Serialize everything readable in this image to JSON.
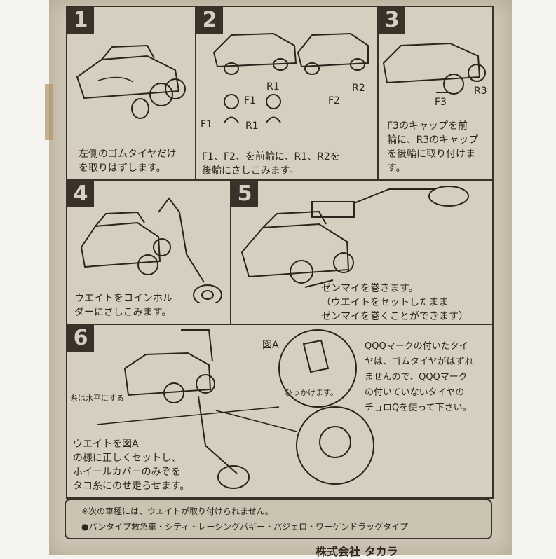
{
  "steps": [
    {
      "num": "1",
      "text": "左側のゴムタイヤだけ\nを取りはずします。"
    },
    {
      "num": "2",
      "labels": [
        "R1",
        "F1",
        "F1",
        "R1",
        "R2",
        "F2"
      ],
      "text": "F1、F2、を前輪に、R1、R2を\n後輪にさしこみます。"
    },
    {
      "num": "3",
      "labels": [
        "F3",
        "R3"
      ],
      "text": "F3のキャップを前\n輪に、R3のキャップ\nを後輪に取り付けま\nす。"
    },
    {
      "num": "4",
      "text": "ウエイトをコインホル\nダーにさしこみます。"
    },
    {
      "num": "5",
      "text": "ゼンマイを巻きます。\n（ウエイトをセットしたまま\nゼンマイを巻くことができます）"
    },
    {
      "num": "6",
      "figure_label": "図A",
      "hook_label": "ひっかけます。",
      "string_label": "糸は水平にする",
      "text": "ウエイトを図A\nの様に正しくセットし、\nホイールカバーのみぞを\nタコ糸にのせ走らせます。",
      "qqq_text": "QQQマークの付いたタイ\nヤは、ゴムタイヤがはずれ\nませんので、QQQマーク\nの付いていないタイヤの\nチョロQを使って下さい。"
    }
  ],
  "note": {
    "line1": "※次の車種には、ウエイトが取り付けられません。",
    "line2": "●バンタイプ救急車・シティ・レーシングバギー・パジェロ・ワーゲンドラッグタイプ"
  },
  "footer": "株式会社 タカラ"
}
